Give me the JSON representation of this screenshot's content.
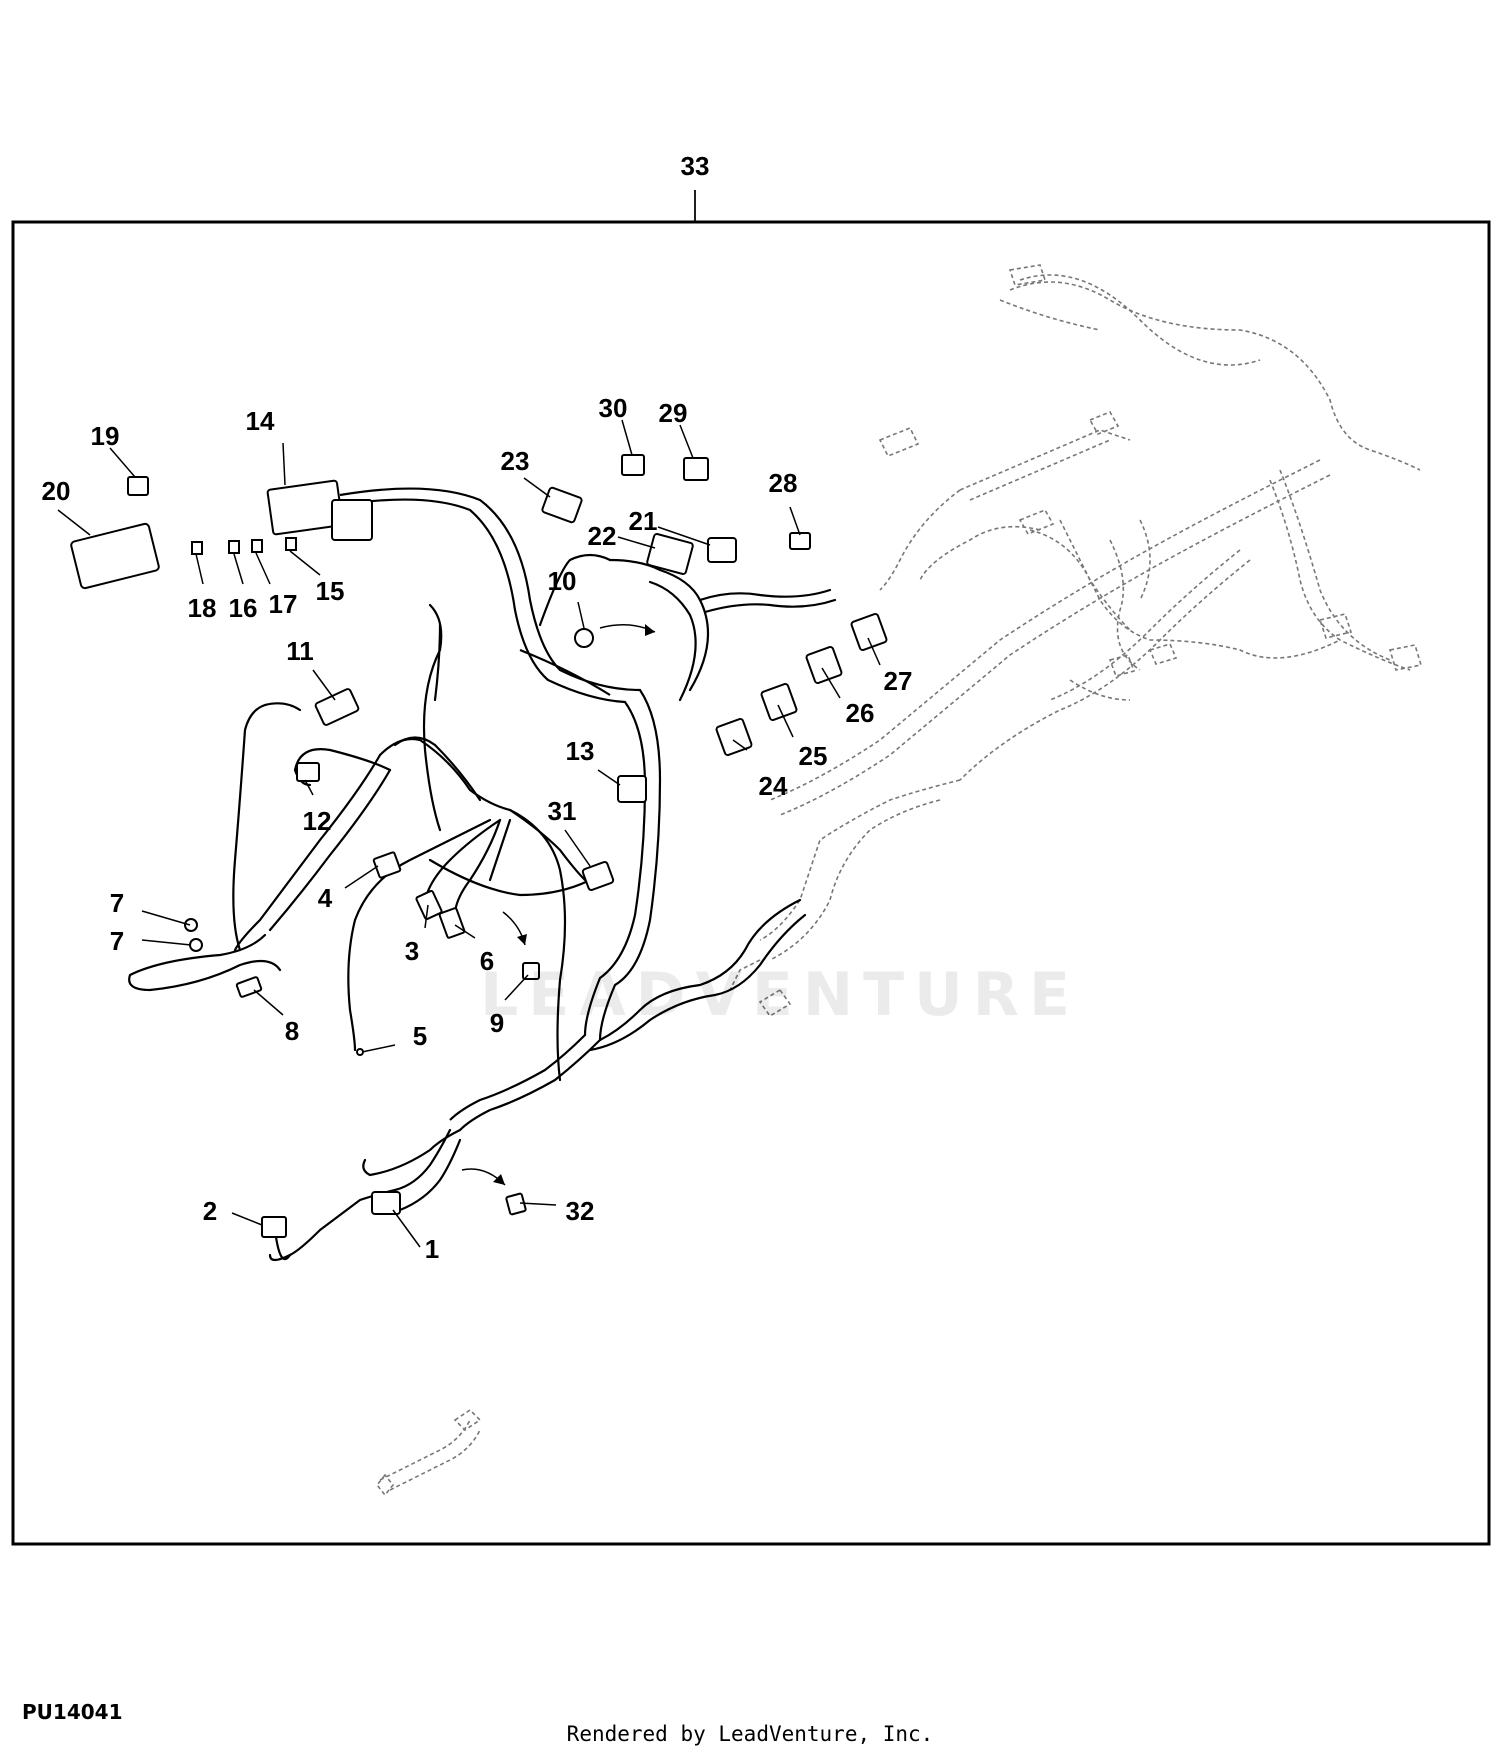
{
  "diagram": {
    "assembly_label": "33",
    "callouts": [
      "1",
      "2",
      "3",
      "4",
      "5",
      "6",
      "7",
      "7",
      "8",
      "9",
      "10",
      "11",
      "12",
      "13",
      "14",
      "15",
      "16",
      "17",
      "18",
      "19",
      "20",
      "21",
      "22",
      "23",
      "24",
      "25",
      "26",
      "27",
      "28",
      "29",
      "30",
      "31",
      "32"
    ]
  },
  "figure_id": "PU14041",
  "footer_text": "Rendered by LeadVenture, Inc.",
  "watermark_text": "LEADVENTURE"
}
